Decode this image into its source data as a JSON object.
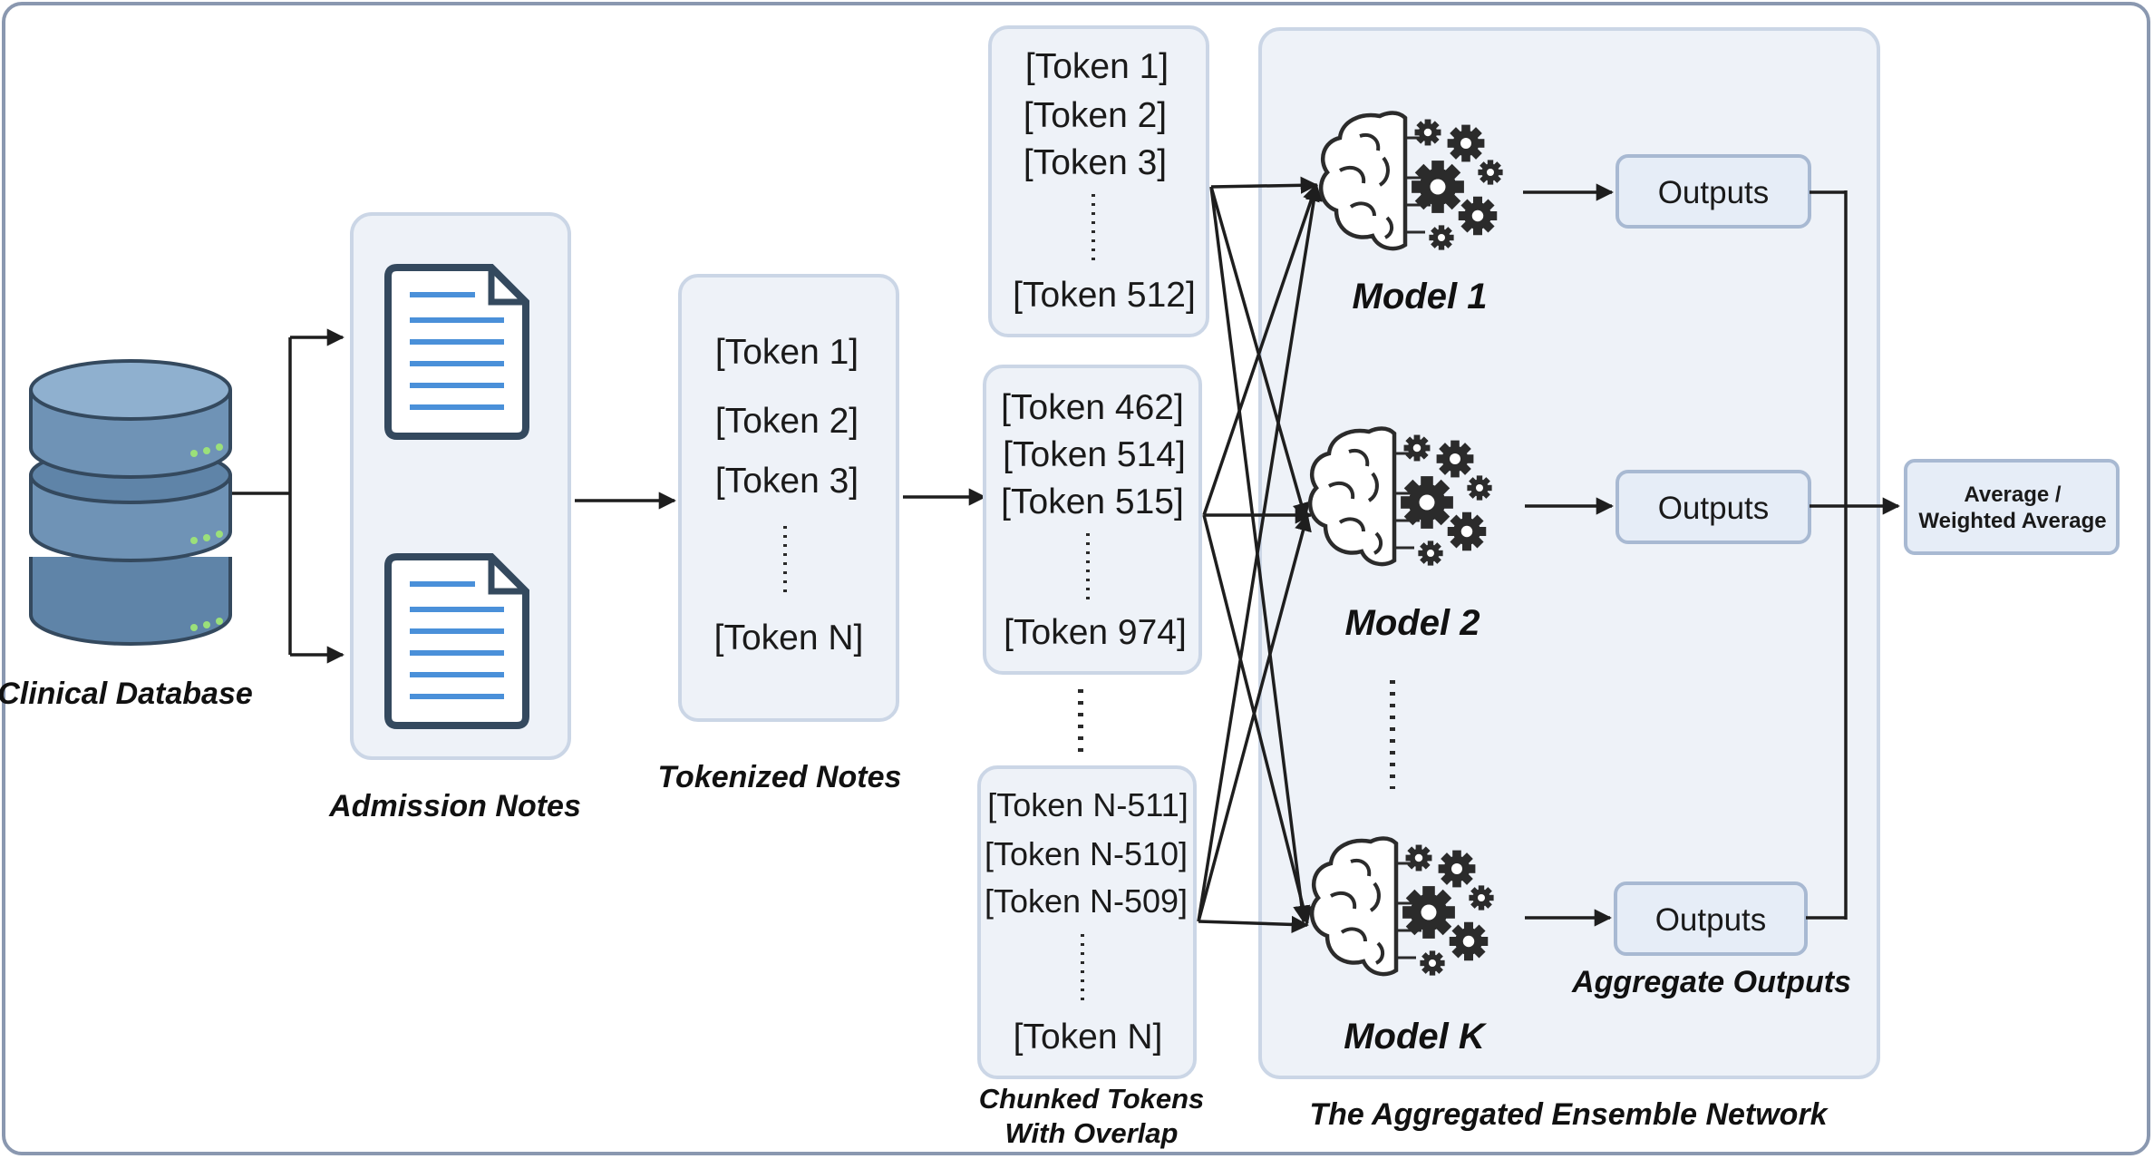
{
  "database": {
    "label": "Clinical Database"
  },
  "admission": {
    "label": "Admission Notes"
  },
  "tokenized": {
    "tokens": [
      "[Token 1]",
      "[Token 2]",
      "[Token 3]",
      "[Token N]"
    ],
    "label": "Tokenized Notes"
  },
  "chunks": {
    "items": [
      {
        "tokens": [
          "[Token 1]",
          "[Token 2]",
          "[Token 3]",
          "[Token 512]"
        ]
      },
      {
        "tokens": [
          "[Token 462]",
          "[Token 514]",
          "[Token 515]",
          "[Token 974]"
        ]
      },
      {
        "tokens": [
          "[Token N-511]",
          "[Token N-510]",
          "[Token N-509]",
          "[Token N]"
        ]
      }
    ],
    "label_line1": "Chunked Tokens",
    "label_line2": "With Overlap"
  },
  "ensemble": {
    "models": [
      "Model 1",
      "Model 2",
      "Model K"
    ],
    "output_label": "Outputs",
    "aggregate_label": "Aggregate Outputs",
    "network_label": "The Aggregated Ensemble Network"
  },
  "final": {
    "line1": "Average /",
    "line2": "Weighted Average"
  },
  "colors": {
    "panel_fill": "#eef2f8",
    "panel_border": "#cbd6e6",
    "doc_blue": "#4a90d9",
    "doc_outline": "#34495e",
    "db_blue": "#6f93b6",
    "brain_fill": "#ffffff",
    "gear_dark": "#2b2b2b"
  }
}
